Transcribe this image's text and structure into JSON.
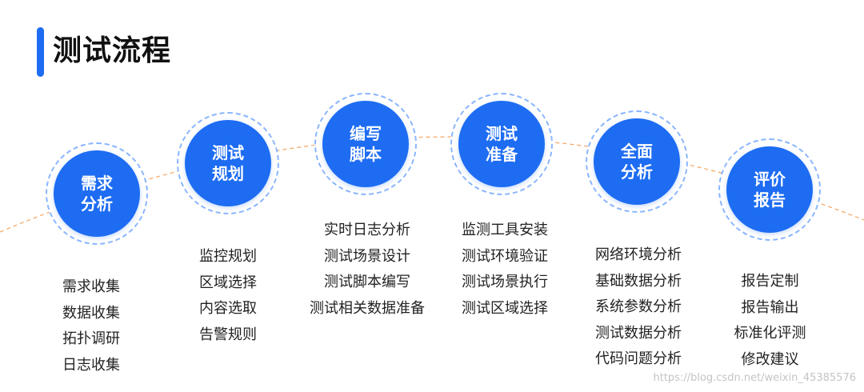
{
  "title": "测试流程",
  "colors": {
    "accent": "#1d6cf2",
    "ring": "#8ab6ff",
    "curve": "#f4a460"
  },
  "stages": [
    {
      "line1": "需求",
      "line2": "分析",
      "items": [
        "需求收集",
        "数据收集",
        "拓扑调研",
        "日志收集"
      ]
    },
    {
      "line1": "测试",
      "line2": "规划",
      "items": [
        "监控规划",
        "区域选择",
        "内容选取",
        "告警规则"
      ]
    },
    {
      "line1": "编写",
      "line2": "脚本",
      "items": [
        "实时日志分析",
        "测试场景设计",
        "测试脚本编写",
        "测试相关数据准备"
      ]
    },
    {
      "line1": "测试",
      "line2": "准备",
      "items": [
        "监测工具安装",
        "测试环境验证",
        "测试场景执行",
        "测试区域选择"
      ]
    },
    {
      "line1": "全面",
      "line2": "分析",
      "items": [
        "网络环境分析",
        "基础数据分析",
        "系统参数分析",
        "测试数据分析",
        "代码问题分析"
      ]
    },
    {
      "line1": "评价",
      "line2": "报告",
      "items": [
        "报告定制",
        "报告输出",
        "标准化评测",
        "修改建议"
      ]
    }
  ],
  "watermark": "https://blog.csdn.net/weixin_45385576"
}
